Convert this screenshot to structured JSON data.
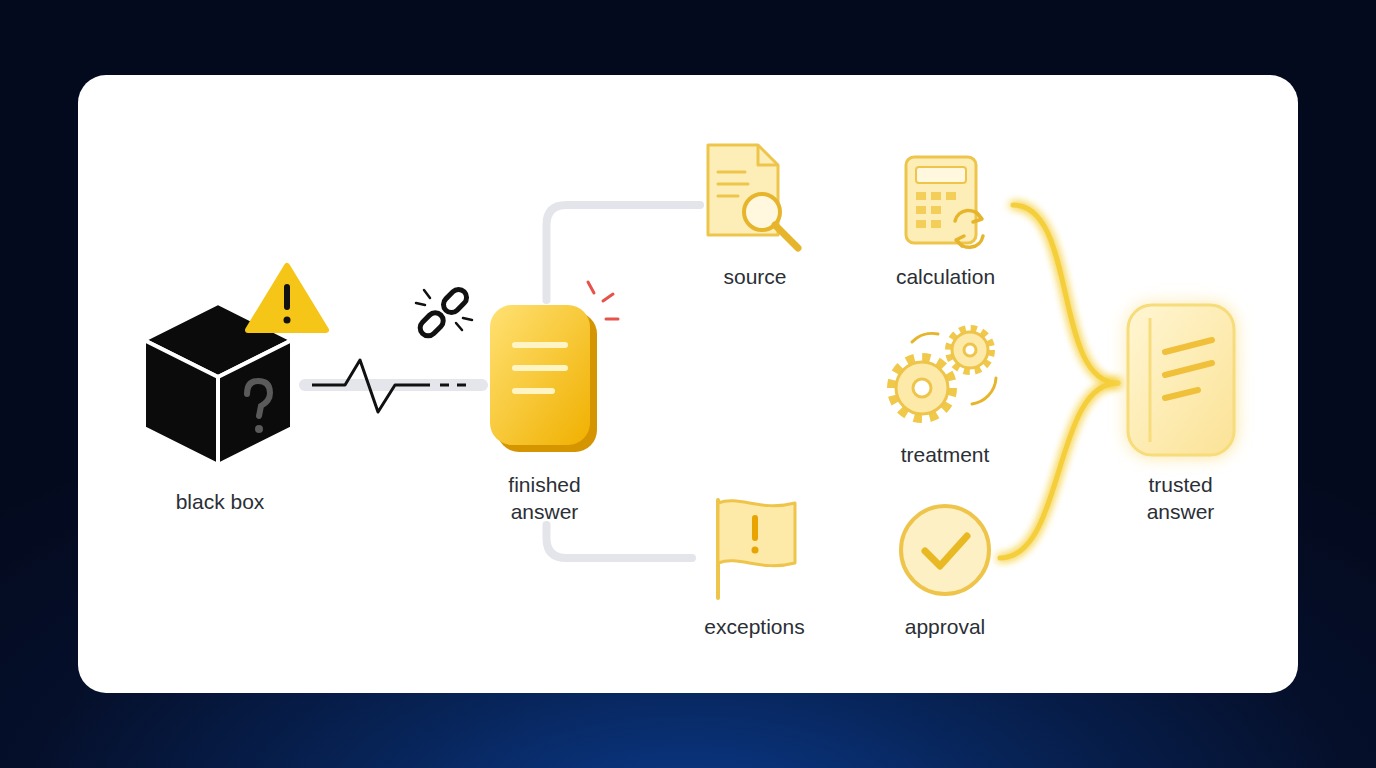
{
  "diagram": {
    "nodes": [
      {
        "text": [
          "black box"
        ]
      },
      {
        "text": [
          "finished answer"
        ]
      },
      {
        "text": [
          "source"
        ]
      },
      {
        "text": [
          "calculation"
        ]
      },
      {
        "text": [
          "treatment"
        ]
      },
      {
        "text": [
          "exceptions"
        ]
      },
      {
        "text": [
          "approval"
        ]
      },
      {
        "text": [
          "trusted answer"
        ]
      }
    ],
    "edges": [
      {
        "from": 0,
        "to": 1,
        "arrow": "none"
      },
      {
        "from": 1,
        "to": 2,
        "arrow": "none"
      },
      {
        "from": 1,
        "to": 5,
        "arrow": "none"
      },
      {
        "from": 2,
        "to": 3,
        "arrow": "none"
      },
      {
        "from": 3,
        "to": 7,
        "arrow": "none"
      },
      {
        "from": 4,
        "to": 7,
        "arrow": "none"
      },
      {
        "from": 5,
        "to": 6,
        "arrow": "none"
      },
      {
        "from": 6,
        "to": 7,
        "arrow": "none"
      }
    ]
  }
}
